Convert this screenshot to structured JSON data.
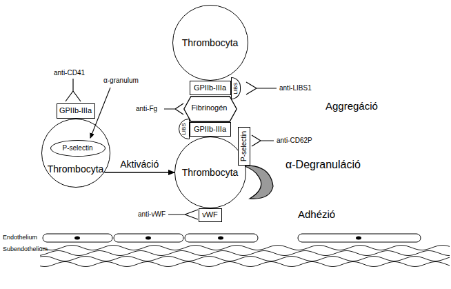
{
  "diagram": {
    "nodes": [
      {
        "text": [
          "Thrombocyta"
        ]
      },
      {
        "text": [
          "P-selectin"
        ],
        "in": 0
      },
      {
        "text": [
          "GPIIb-IIIa"
        ]
      },
      {
        "text": [
          "Thrombocyta"
        ]
      },
      {
        "text": [
          "GPIIb-IIIa"
        ]
      },
      {
        "text": [
          "LIBS"
        ]
      },
      {
        "text": [
          "Fibrinogén"
        ]
      },
      {
        "text": [
          "LIBS"
        ]
      },
      {
        "text": [
          "GPIIb-IIIa"
        ]
      },
      {
        "text": [
          "Thrombocyta"
        ]
      },
      {
        "text": [
          "P-selectin"
        ]
      },
      {
        "text": [
          "vWF"
        ]
      }
    ],
    "edges": [
      {
        "from": 0,
        "to": 9,
        "label": "Aktiváció",
        "arrow": "to"
      }
    ],
    "labels": [
      "anti-CD41",
      "α-granulum",
      "anti-LIBS1",
      "anti-Fg",
      "anti-CD62P",
      "anti-vWF",
      "Aggregáció",
      "α-Degranuláció",
      "Adhézió",
      "Endothelium",
      "Subendothelium"
    ]
  }
}
